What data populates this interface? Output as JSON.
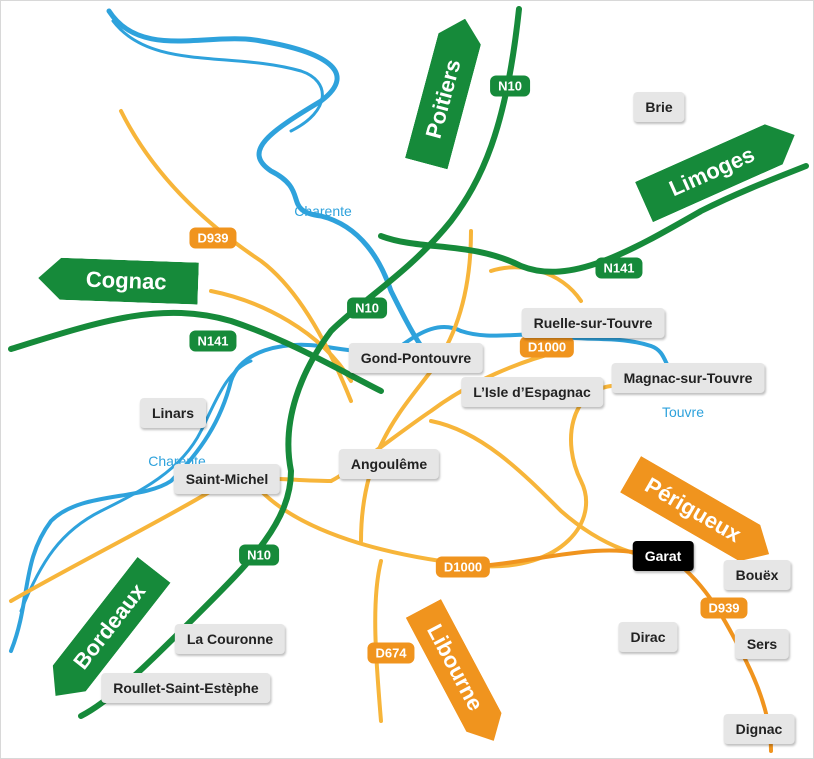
{
  "destinations": {
    "poitiers": "Poitiers",
    "limoges": "Limoges",
    "cognac": "Cognac",
    "perigueux": "Périgueux",
    "bordeaux": "Bordeaux",
    "libourne": "Libourne"
  },
  "towns": {
    "brie": "Brie",
    "ruelle": "Ruelle-sur-Touvre",
    "gond": "Gond-Pontouvre",
    "isle": "L’Isle d’Espagnac",
    "magnac": "Magnac-sur-Touvre",
    "linars": "Linars",
    "angouleme": "Angoulême",
    "saint_michel": "Saint-Michel",
    "garat": "Garat",
    "bouex": "Bouëx",
    "dirac": "Dirac",
    "sers": "Sers",
    "la_couronne": "La Couronne",
    "roullet": "Roullet-Saint-Estèphe",
    "dignac": "Dignac"
  },
  "roads": {
    "n10_north": "N10",
    "n10_center": "N10",
    "n10_south": "N10",
    "n141_east": "N141",
    "n141_west": "N141",
    "d939_north": "D939",
    "d939_south": "D939",
    "d1000_north": "D1000",
    "d1000_south": "D1000",
    "d674": "D674"
  },
  "rivers": {
    "charente_north": "Charente",
    "charente_west": "Charente",
    "touvre": "Touvre"
  },
  "selected_town": "Garat",
  "colors": {
    "national_road": "#168a3a",
    "departmental_road": "#f0941e",
    "minor_road": "#f7b53a",
    "river": "#2ea2dc",
    "town_bg": "#e6e6e6",
    "selected_bg": "#000000"
  }
}
